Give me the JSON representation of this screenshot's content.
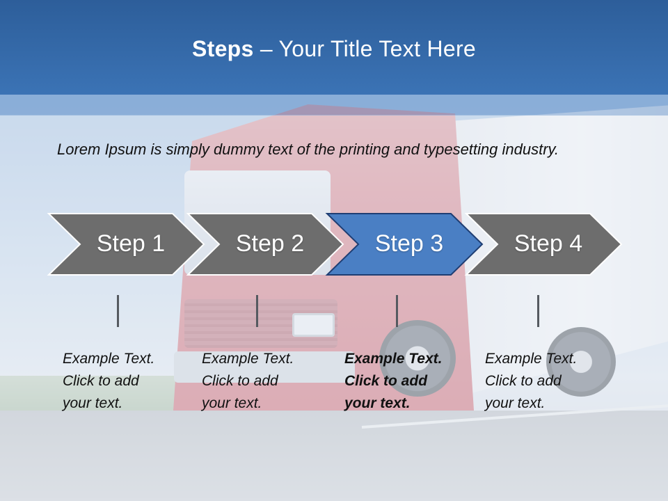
{
  "title": {
    "bold": "Steps",
    "rest": " – Your Title Text Here"
  },
  "intro": "Lorem Ipsum is simply dummy text of the printing and typesetting industry.",
  "steps": [
    {
      "label": "Step 1",
      "lines": [
        "Example Text.",
        "Click  to add",
        "your text."
      ]
    },
    {
      "label": "Step 2",
      "lines": [
        "Example Text.",
        "Click  to add",
        "your text."
      ]
    },
    {
      "label": "Step 3",
      "lines": [
        "Example Text.",
        "Click  to add",
        "your text."
      ]
    },
    {
      "label": "Step 4",
      "lines": [
        "Example Text.",
        "Click  to add",
        "your text."
      ]
    }
  ],
  "active_step": 3,
  "colors": {
    "header": "#3b73b5",
    "step_default": "#6d6d6d",
    "step_active": "#4a7fc4"
  }
}
